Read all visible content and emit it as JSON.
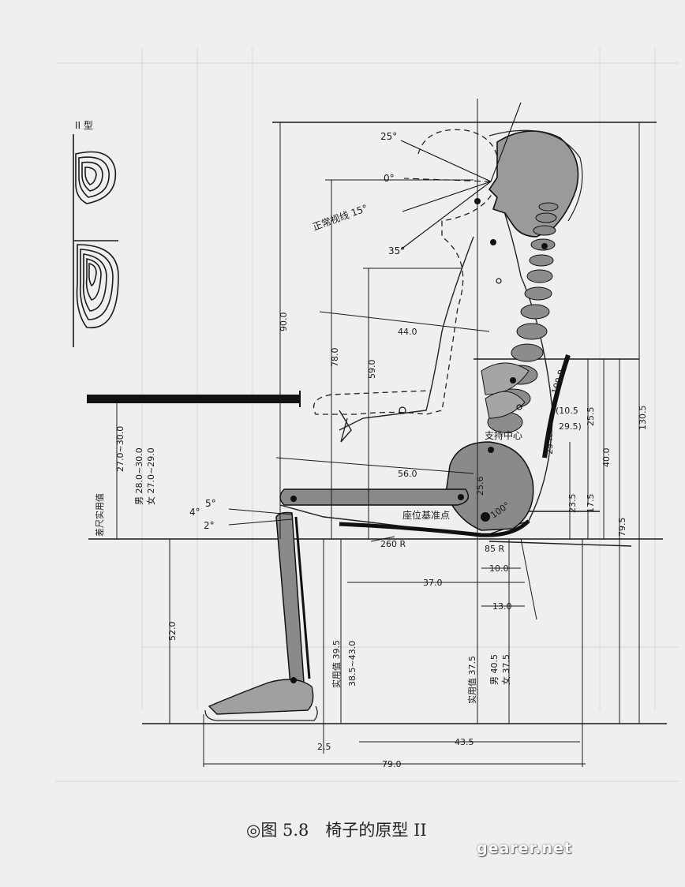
{
  "figure": {
    "caption": "◎图 5.8　椅子的原型 II",
    "watermark": "gearer.net",
    "inset_label": "II 型",
    "labels": {
      "normal_sight": "正常视线 15°",
      "angle_25": "25°",
      "angle_0": "0°",
      "angle_35": "35°",
      "support_center": "支持中心",
      "seat_reference": "座位基准点",
      "desk_diff_title": "差尺实用值",
      "desk_diff_value": "27.0~30.0",
      "desk_diff_male": "男 28.0~30.0",
      "desk_diff_female": "女 27.0~29.0",
      "front_seat_practical": "实用值 39.5",
      "front_seat_range": "38.5~43.0",
      "rear_seat_practical": "实用值 37.5",
      "rear_male": "男 40.5",
      "rear_female": "女 37.5",
      "angle_4": "4°",
      "angle_5": "5°",
      "angle_2": "2°",
      "angle_100": "100°"
    },
    "dimensions": {
      "d90": "90.0",
      "d78": "78.0",
      "d59": "59.0",
      "d44": "44.0",
      "d56": "56.0",
      "d52": "52.0",
      "d37": "37.0",
      "d10": "10.0",
      "d13": "13.0",
      "d435": "43.5",
      "d79": "79.0",
      "d25": "2.5",
      "d1305": "130.5",
      "d795": "79.5",
      "d40": "40.0",
      "d255": "25.5",
      "d175": "17.5",
      "d235": "23.5",
      "d256": "25.6",
      "r100": "100 R",
      "r25": "25 R",
      "r260": "260 R",
      "r85": "85 R",
      "lumbar_a": "(10.5",
      "lumbar_b": "29.5)"
    }
  }
}
